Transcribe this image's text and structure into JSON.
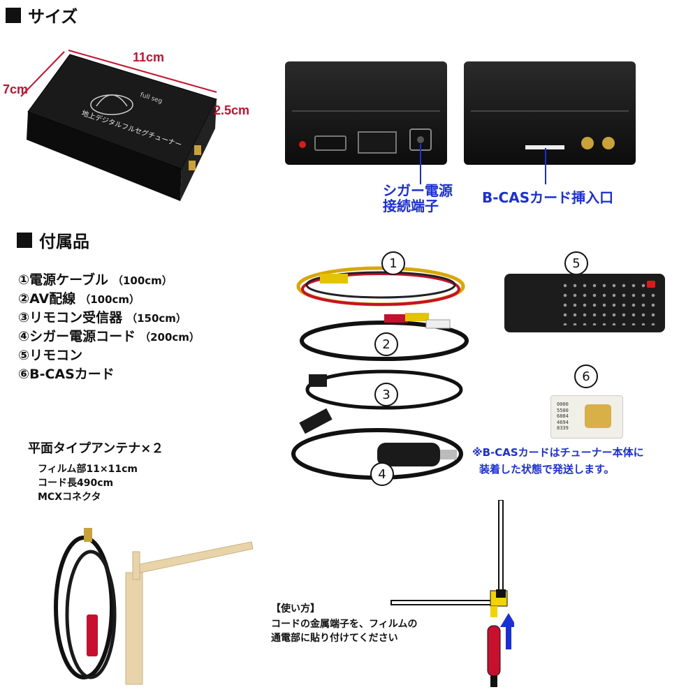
{
  "size_section": {
    "header": "サイズ",
    "dim_width": "11cm",
    "dim_depth": "7cm",
    "dim_height": "2.5cm",
    "device_label": "地上デジタルフルセグチューナー",
    "device_label_small": "full seg",
    "callout_power": [
      "シガー電源",
      "接続端子"
    ],
    "callout_bcas": "B-CASカード挿入口"
  },
  "accessories_section": {
    "header": "付属品",
    "items": [
      {
        "label": "①電源ケーブル",
        "size": "（100cm）"
      },
      {
        "label": "②AV配線",
        "size": "（100cm）"
      },
      {
        "label": "③リモコン受信器",
        "size": "（150cm）"
      },
      {
        "label": "④シガー電源コード",
        "size": "（200cm）"
      },
      {
        "label": "⑤リモコン",
        "size": ""
      },
      {
        "label": "⑥B-CASカード",
        "size": ""
      }
    ],
    "number_markers": [
      "1",
      "2",
      "3",
      "4",
      "5",
      "6"
    ],
    "bcas_card_digits": [
      "0000",
      "5500",
      "6884",
      "4694",
      "8339"
    ],
    "bcas_note": [
      "※B-CASカードはチューナー本体に",
      "装着した状態で発送します。"
    ]
  },
  "antenna_section": {
    "title": "平面タイプアンテナ×２",
    "specs": [
      "フィルム部11×11cm",
      "コード長490cm",
      "MCXコネクタ"
    ]
  },
  "usage_section": {
    "title": "【使い方】",
    "lines": [
      "コードの金属端子を、フィルムの",
      "通電部に貼り付けてください"
    ]
  },
  "colors": {
    "dim_red": "#c8102e",
    "callout_blue": "#1a2fd6"
  }
}
